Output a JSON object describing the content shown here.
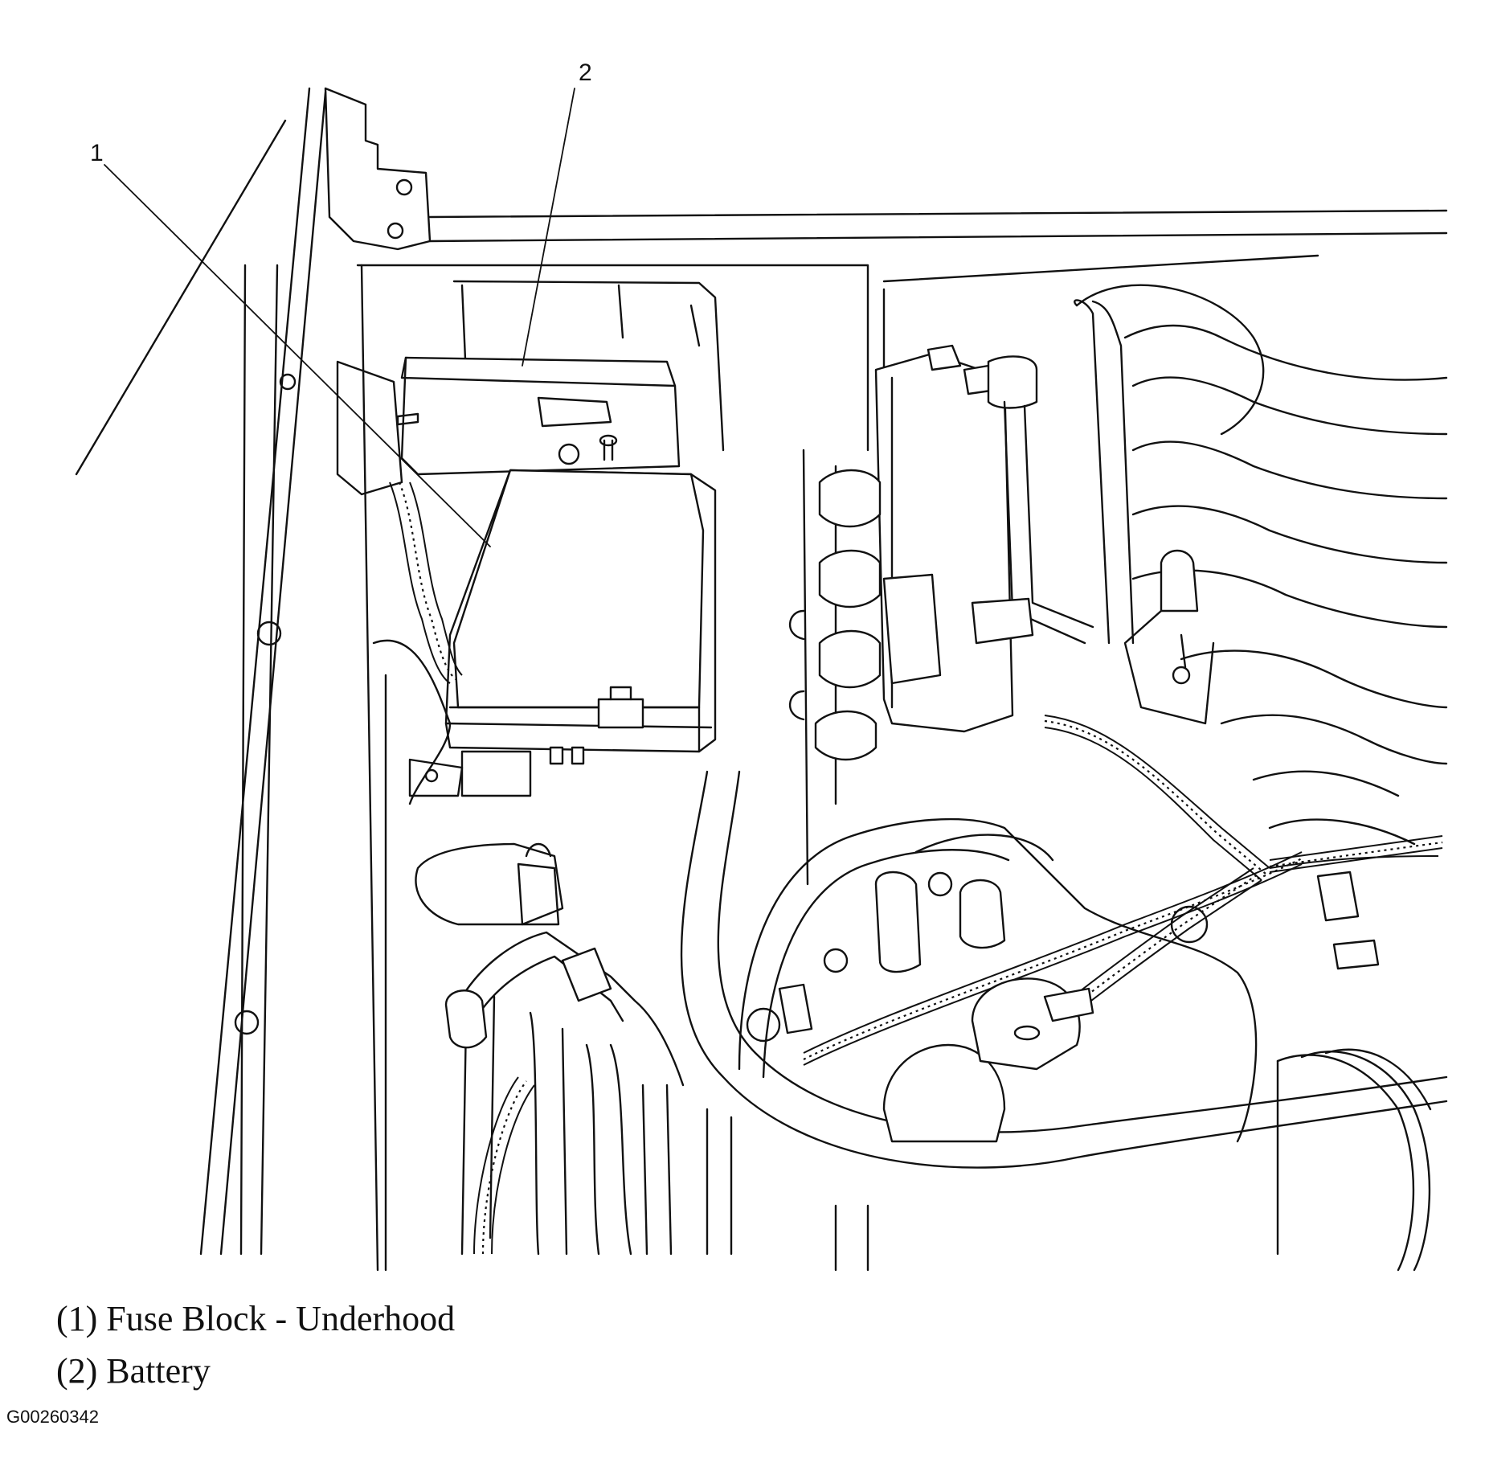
{
  "callouts": [
    {
      "number": "1",
      "label": "(1) Fuse Block - Underhood"
    },
    {
      "number": "2",
      "label": "(2) Battery"
    }
  ],
  "figure_id": "G00260342"
}
